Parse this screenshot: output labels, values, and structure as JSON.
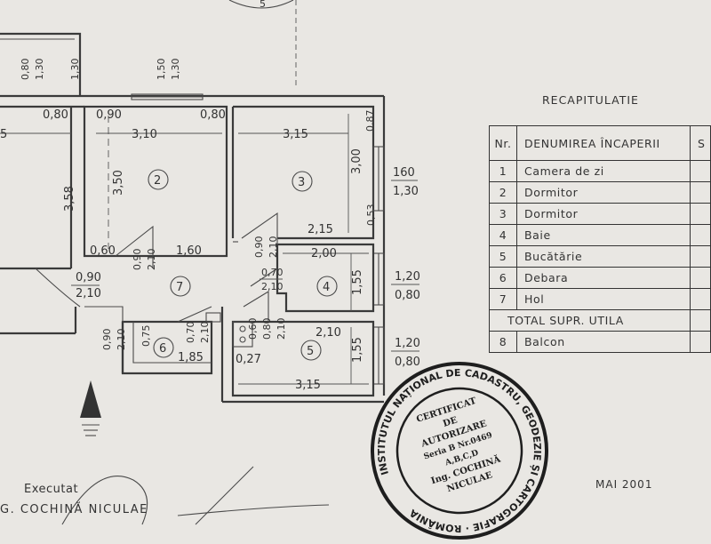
{
  "plan": {
    "dims": {
      "d080a": "0,80",
      "d130a": "1,30",
      "d130b": "1,30",
      "d150": "1,50",
      "d130c": "1,30",
      "d5": "5",
      "d080b": "0,80",
      "d090a": "0,90",
      "d310": "3,10",
      "d080c": "0,80",
      "d315a": "3,15",
      "d087": "0,87",
      "d160": "160",
      "d130d": "1,30",
      "d350": "3,50",
      "d358": "3,58",
      "d300": "3,00",
      "d053": "0,53",
      "d215": "2,15",
      "d060": "0,60",
      "d160b": "1,60",
      "d090b": "0,90",
      "d210a": "2,10",
      "d090c": "0,90",
      "d210b": "2,10",
      "d200": "2,00",
      "d155a": "1,55",
      "d120a": "1,20",
      "d080d": "0,80",
      "d070": "0,70",
      "d210c": "2,10",
      "d090d": "0,90",
      "d210d": "2,10",
      "d090e": "0,90",
      "d210e": "2,10",
      "d075": "0,75",
      "d070b": "0,70",
      "d210f": "2,10",
      "d185": "1,85",
      "d060b": "0,60",
      "d080e": "0,80",
      "d210g": "2,10",
      "d210h": "2,10",
      "d027": "0,27",
      "d155b": "1,55",
      "d120b": "1,20",
      "d080f": "0,80",
      "d315b": "3,15"
    },
    "rooms": {
      "r2": "2",
      "r3": "3",
      "r4": "4",
      "r5": "5",
      "r6": "6",
      "r7": "7"
    }
  },
  "recap": {
    "title": "RECAPITULATIE",
    "headers": {
      "nr": "Nr.",
      "name": "DENUMIREA ÎNCAPERII",
      "s": "S"
    },
    "rows": [
      {
        "nr": "1",
        "name": "Camera de zi"
      },
      {
        "nr": "2",
        "name": "Dormitor"
      },
      {
        "nr": "3",
        "name": "Dormitor"
      },
      {
        "nr": "4",
        "name": "Baie"
      },
      {
        "nr": "5",
        "name": "Bucătărie"
      },
      {
        "nr": "6",
        "name": "Debara"
      },
      {
        "nr": "7",
        "name": "Hol"
      }
    ],
    "total_label": "TOTAL SUPR. UTILA",
    "balcon": {
      "nr": "8",
      "name": "Balcon"
    }
  },
  "date": "MAI 2001",
  "executed": {
    "label": "Executat",
    "name": "G. COCHINĂ NICULAE"
  },
  "stamp": {
    "ring_text": "INSTITUTUL NAȚIONAL DE CADASTRU, GEODEZIE ȘI CARTOGRAFIE · ROMÂNIA",
    "lines": [
      "CERTIFICAT",
      "DE",
      "AUTORIZARE",
      "Seria B Nr.0469",
      "A,B,C,D",
      "Ing. COCHINĂ",
      "NICULAE"
    ]
  }
}
